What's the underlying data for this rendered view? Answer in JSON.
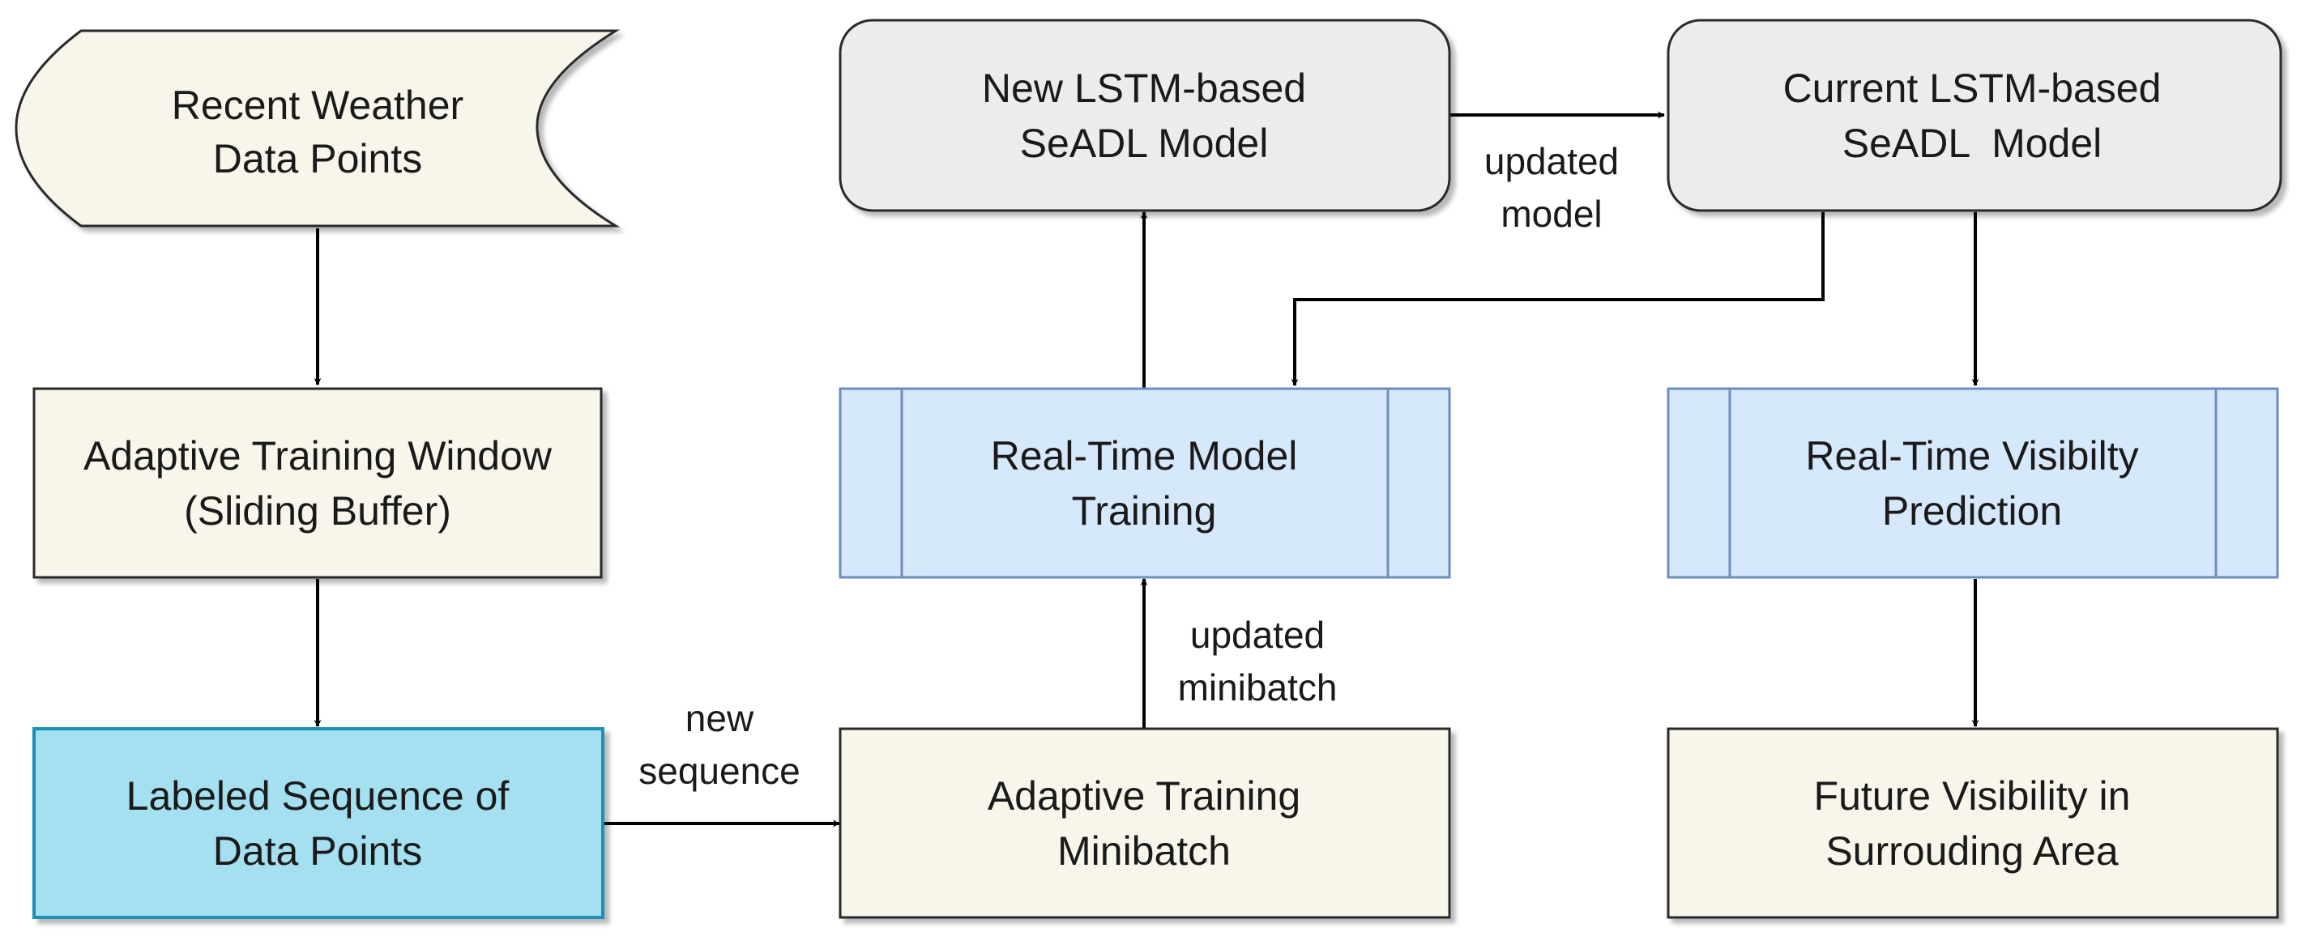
{
  "diagram": {
    "nodes": {
      "recent_weather": [
        "Recent Weather",
        "Data Points"
      ],
      "adaptive_window": [
        "Adaptive Training Window",
        "(Sliding Buffer)"
      ],
      "labeled_sequence": [
        "Labeled Sequence of",
        "Data Points"
      ],
      "new_model": [
        "New LSTM-based",
        "SeADL Model"
      ],
      "current_model": [
        "Current LSTM-based",
        "SeADL  Model"
      ],
      "realtime_training": [
        "Real-Time Model",
        "Training"
      ],
      "realtime_prediction": [
        "Real-Time Visibilty",
        "Prediction"
      ],
      "minibatch": [
        "Adaptive Training",
        "Minibatch"
      ],
      "future_visibility": [
        "Future Visibility in",
        "Surrouding Area"
      ]
    },
    "edge_labels": {
      "new_sequence": [
        "new",
        "sequence"
      ],
      "updated_minibatch": [
        "updated",
        "minibatch"
      ],
      "updated_model": [
        "updated",
        "model"
      ]
    },
    "colors": {
      "cream": "#f8f6ea",
      "gray": "#ececec",
      "light_blue": "#d6e8fb",
      "cyan": "#a4e0ef",
      "blue_stroke": "#6c8ebf",
      "cyan_stroke": "#1a8fb5",
      "dark_stroke": "#2b2b2b"
    }
  }
}
